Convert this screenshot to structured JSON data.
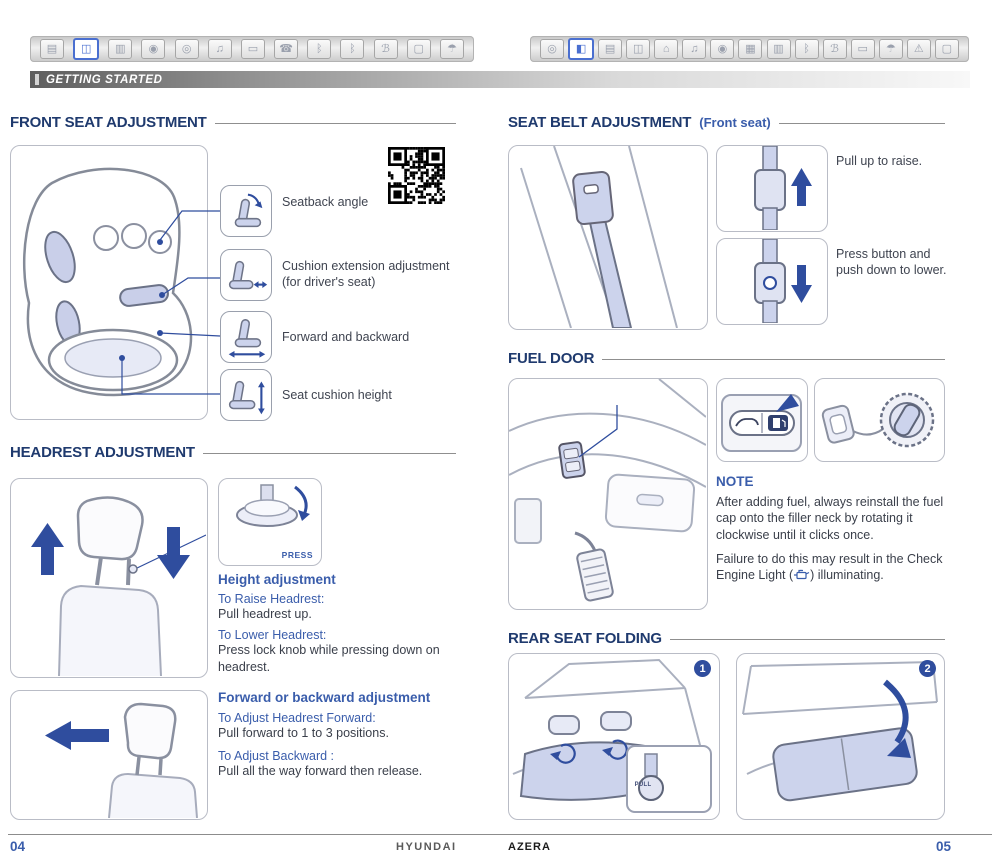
{
  "header": {
    "section_label": "GETTING STARTED"
  },
  "toolbar": {
    "left_icons": [
      {
        "name": "remote-key",
        "glyph": "▤",
        "active": false
      },
      {
        "name": "front-seat",
        "glyph": "◫",
        "active": true
      },
      {
        "name": "rear-seat",
        "glyph": "▥",
        "active": false
      },
      {
        "name": "door-lock",
        "glyph": "◉",
        "active": false
      },
      {
        "name": "cluster",
        "glyph": "◎",
        "active": false
      },
      {
        "name": "media",
        "glyph": "♫",
        "active": false
      },
      {
        "name": "mirror",
        "glyph": "▭",
        "active": false
      },
      {
        "name": "phone",
        "glyph": "☎",
        "active": false
      },
      {
        "name": "bluetooth",
        "glyph": "ᛒ",
        "active": false
      },
      {
        "name": "bluetooth-audio",
        "glyph": "ᛒ",
        "active": false
      },
      {
        "name": "bluelink",
        "glyph": "ℬ",
        "active": false
      },
      {
        "name": "display",
        "glyph": "▢",
        "active": false
      },
      {
        "name": "wiper",
        "glyph": "☂",
        "active": false
      }
    ],
    "right_icons": [
      {
        "name": "cluster",
        "glyph": "◎",
        "active": false
      },
      {
        "name": "fuel-door",
        "glyph": "◧",
        "active": true
      },
      {
        "name": "remote-key",
        "glyph": "▤",
        "active": false
      },
      {
        "name": "seat-folding",
        "glyph": "◫",
        "active": false
      },
      {
        "name": "home",
        "glyph": "⌂",
        "active": false
      },
      {
        "name": "media",
        "glyph": "♫",
        "active": false
      },
      {
        "name": "gauge",
        "glyph": "◉",
        "active": false
      },
      {
        "name": "vent",
        "glyph": "▦",
        "active": false
      },
      {
        "name": "seat",
        "glyph": "▥",
        "active": false
      },
      {
        "name": "bluetooth",
        "glyph": "ᛒ",
        "active": false
      },
      {
        "name": "bluelink",
        "glyph": "ℬ",
        "active": false
      },
      {
        "name": "card",
        "glyph": "▭",
        "active": false
      },
      {
        "name": "wiper",
        "glyph": "☂",
        "active": false
      },
      {
        "name": "warning",
        "glyph": "⚠",
        "active": false
      },
      {
        "name": "display",
        "glyph": "▢",
        "active": false
      }
    ]
  },
  "front_seat": {
    "title": "FRONT SEAT ADJUSTMENT",
    "labels": [
      "Seatback angle",
      "Cushion extension adjustment (for driver's seat)",
      "Forward and backward",
      "Seat cushion height"
    ]
  },
  "headrest": {
    "title": "HEADREST ADJUSTMENT",
    "press_label": "PRESS",
    "height_heading": "Height adjustment",
    "raise_label": "To Raise Headrest:",
    "raise_text": "Pull headrest up.",
    "lower_label": "To Lower Headrest:",
    "lower_text": "Press lock knob while pressing down on headrest.",
    "fwd_heading": "Forward or backward adjustment",
    "fwd_label": "To Adjust Headrest Forward:",
    "fwd_text": "Pull forward to 1 to 3 positions.",
    "back_label": "To Adjust Backward :",
    "back_text": "Pull all the way forward then release."
  },
  "seat_belt": {
    "title": "SEAT BELT ADJUSTMENT",
    "subtitle": "(Front seat)",
    "raise_caption": "Pull up to raise.",
    "lower_caption": "Press button and push down to lower."
  },
  "fuel_door": {
    "title": "FUEL DOOR",
    "note_label": "NOTE",
    "note_para1": "After adding fuel, always reinstall the fuel cap onto the filler neck by rotating it clockwise until it clicks once.",
    "note_para2_pre": "Failure to do this may result in the Check Engine Light (",
    "note_para2_post": ") illuminating."
  },
  "rear_seat": {
    "title": "REAR SEAT FOLDING",
    "step1": "1",
    "step2": "2",
    "pull_label": "PULL"
  },
  "footer": {
    "left_page": "04",
    "right_page": "05",
    "brand": "HYUNDAI",
    "model": "AZERA"
  }
}
